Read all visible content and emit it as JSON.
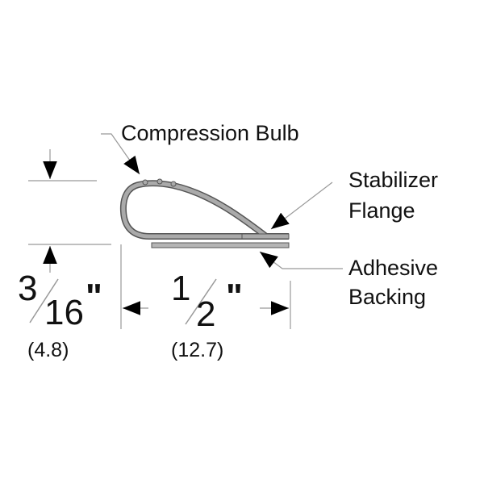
{
  "labels": {
    "compression_bulb": "Compression Bulb",
    "stabilizer_line1": "Stabilizer",
    "stabilizer_line2": "Flange",
    "adhesive_line1": "Adhesive",
    "adhesive_line2": "Backing"
  },
  "height_dim": {
    "numerator": "3",
    "denominator": "16",
    "unit": "\"",
    "metric": "(4.8)"
  },
  "width_dim": {
    "numerator": "1",
    "denominator": "2",
    "unit": "\"",
    "metric": "(12.7)"
  },
  "colors": {
    "profile_fill": "#a8a8a8",
    "profile_stroke": "#555555",
    "line": "#999999",
    "arrow": "#000000"
  }
}
